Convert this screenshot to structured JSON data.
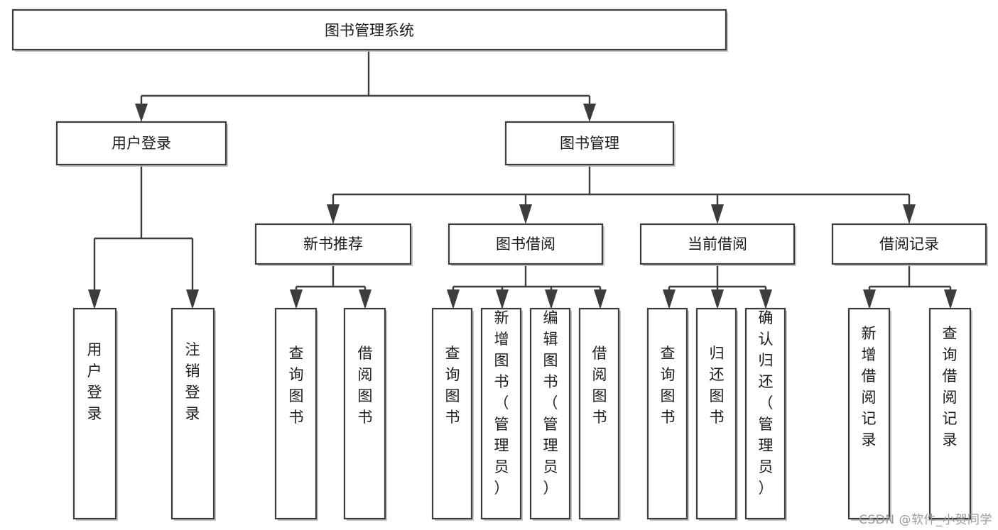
{
  "diagram": {
    "title": "图书管理系统",
    "type": "tree-hierarchy-chart",
    "watermark": "CSDN @软件_小贺同学",
    "colors": {
      "box_border": "#3c3c3c",
      "box_fill": "#ffffff",
      "connector": "#3c3c3c",
      "text": "#1b1b1b",
      "background": "#ffffff",
      "watermark": "#9b9b9b"
    },
    "root": {
      "id": "root",
      "label": "图书管理系统",
      "orientation": "horizontal"
    },
    "level2": [
      {
        "id": "user-login",
        "label": "用户登录",
        "orientation": "horizontal"
      },
      {
        "id": "book-manage",
        "label": "图书管理",
        "orientation": "horizontal"
      }
    ],
    "level3": [
      {
        "id": "new-book-rec",
        "label": "新书推荐",
        "orientation": "horizontal",
        "parent": "book-manage"
      },
      {
        "id": "book-borrow",
        "label": "图书借阅",
        "orientation": "horizontal",
        "parent": "book-manage"
      },
      {
        "id": "current-borrow",
        "label": "当前借阅",
        "orientation": "horizontal",
        "parent": "book-manage"
      },
      {
        "id": "borrow-record",
        "label": "借阅记录",
        "orientation": "horizontal",
        "parent": "book-manage"
      }
    ],
    "leaves": {
      "user-login": [
        {
          "id": "leaf-user-login",
          "label": "用户登录",
          "orientation": "vertical"
        },
        {
          "id": "leaf-user-logout",
          "label": "注销登录",
          "orientation": "vertical"
        }
      ],
      "new-book-rec": [
        {
          "id": "leaf-query-book-1",
          "label": "查询图书",
          "orientation": "vertical"
        },
        {
          "id": "leaf-borrow-book-1",
          "label": "借阅图书",
          "orientation": "vertical"
        }
      ],
      "book-borrow": [
        {
          "id": "leaf-query-book-2",
          "label": "查询图书",
          "orientation": "vertical"
        },
        {
          "id": "leaf-add-book",
          "label": "新增图书（管理员）",
          "orientation": "vertical"
        },
        {
          "id": "leaf-edit-book",
          "label": "编辑图书（管理员）",
          "orientation": "vertical"
        },
        {
          "id": "leaf-borrow-book-2",
          "label": "借阅图书",
          "orientation": "vertical"
        }
      ],
      "current-borrow": [
        {
          "id": "leaf-query-book-3",
          "label": "查询图书",
          "orientation": "vertical"
        },
        {
          "id": "leaf-return-book",
          "label": "归还图书",
          "orientation": "vertical"
        },
        {
          "id": "leaf-confirm-return",
          "label": "确认归还（管理员）",
          "orientation": "vertical"
        }
      ],
      "borrow-record": [
        {
          "id": "leaf-add-record",
          "label": "新增借阅记录",
          "orientation": "vertical"
        },
        {
          "id": "leaf-query-record",
          "label": "查询借阅记录",
          "orientation": "vertical"
        }
      ]
    }
  }
}
